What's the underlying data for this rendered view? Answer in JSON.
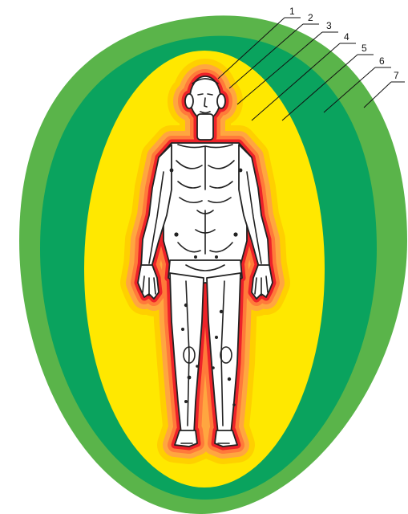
{
  "figure": {
    "colors": {
      "outer_green": "#5ab44a",
      "mid_green": "#0aa35e",
      "yellow": "#ffe800",
      "orange_1": "#ffd000",
      "orange_2": "#ffa640",
      "orange_3": "#ff7a3a",
      "red": "#ee2229",
      "figure": "#ffffff",
      "outline": "#222222"
    },
    "callouts": [
      {
        "label": "1"
      },
      {
        "label": "2"
      },
      {
        "label": "3"
      },
      {
        "label": "4"
      },
      {
        "label": "5"
      },
      {
        "label": "6"
      },
      {
        "label": "7"
      }
    ]
  }
}
